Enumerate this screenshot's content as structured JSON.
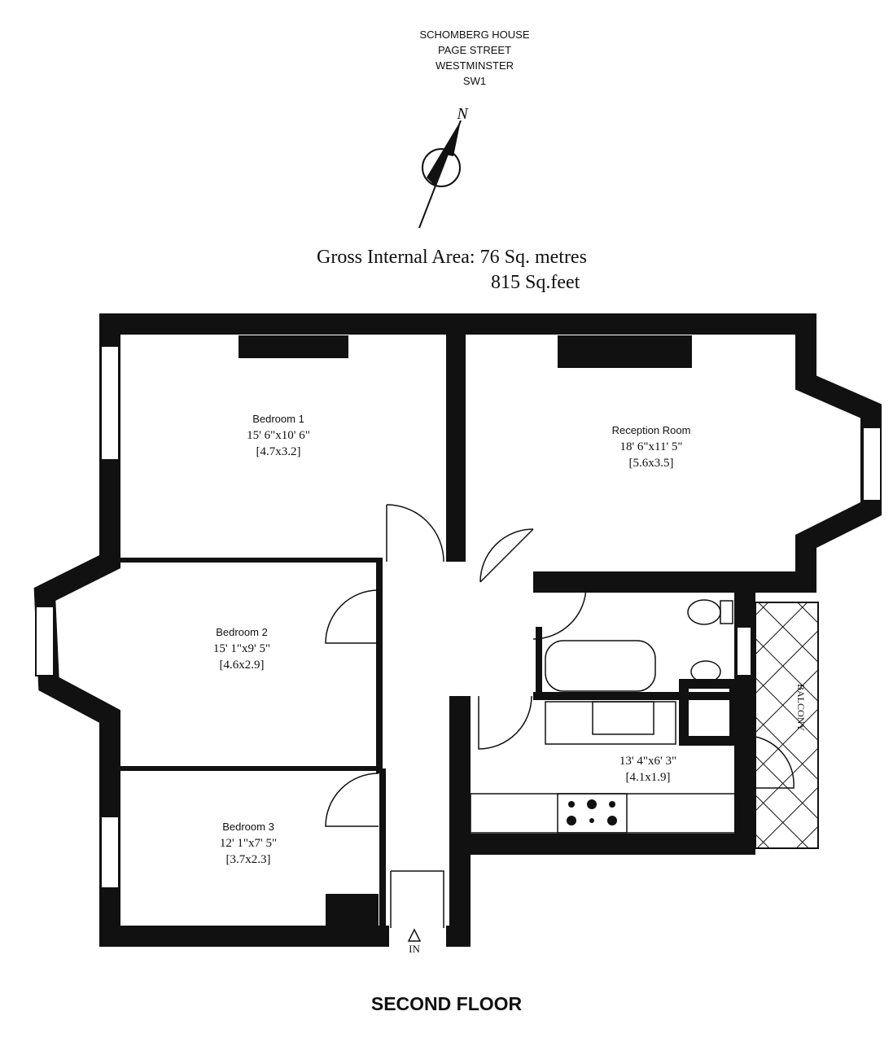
{
  "address": [
    "SCHOMBERG HOUSE",
    "PAGE STREET",
    "WESTMINSTER",
    "SW1"
  ],
  "compass_label": "N",
  "area": {
    "metric": "Gross Internal Area: 76 Sq. metres",
    "imperial": "815 Sq.feet"
  },
  "rooms": {
    "bedroom1": {
      "name": "Bedroom 1",
      "imperial": "15' 6\"x10' 6\"",
      "metric": "[4.7x3.2]"
    },
    "reception": {
      "name": "Reception Room",
      "imperial": "18' 6\"x11' 5\"",
      "metric": "[5.6x3.5]"
    },
    "bedroom2": {
      "name": "Bedroom 2",
      "imperial": "15' 1\"x9' 5\"",
      "metric": "[4.6x2.9]"
    },
    "bedroom3": {
      "name": "Bedroom 3",
      "imperial": "12' 1\"x7' 5\"",
      "metric": "[3.7x2.3]"
    },
    "kitchen": {
      "imperial": "13' 4\"x6' 3\"",
      "metric": "[4.1x1.9]"
    },
    "balcony": "BALCONY"
  },
  "entrance_label": "IN",
  "floor_label": "SECOND FLOOR"
}
